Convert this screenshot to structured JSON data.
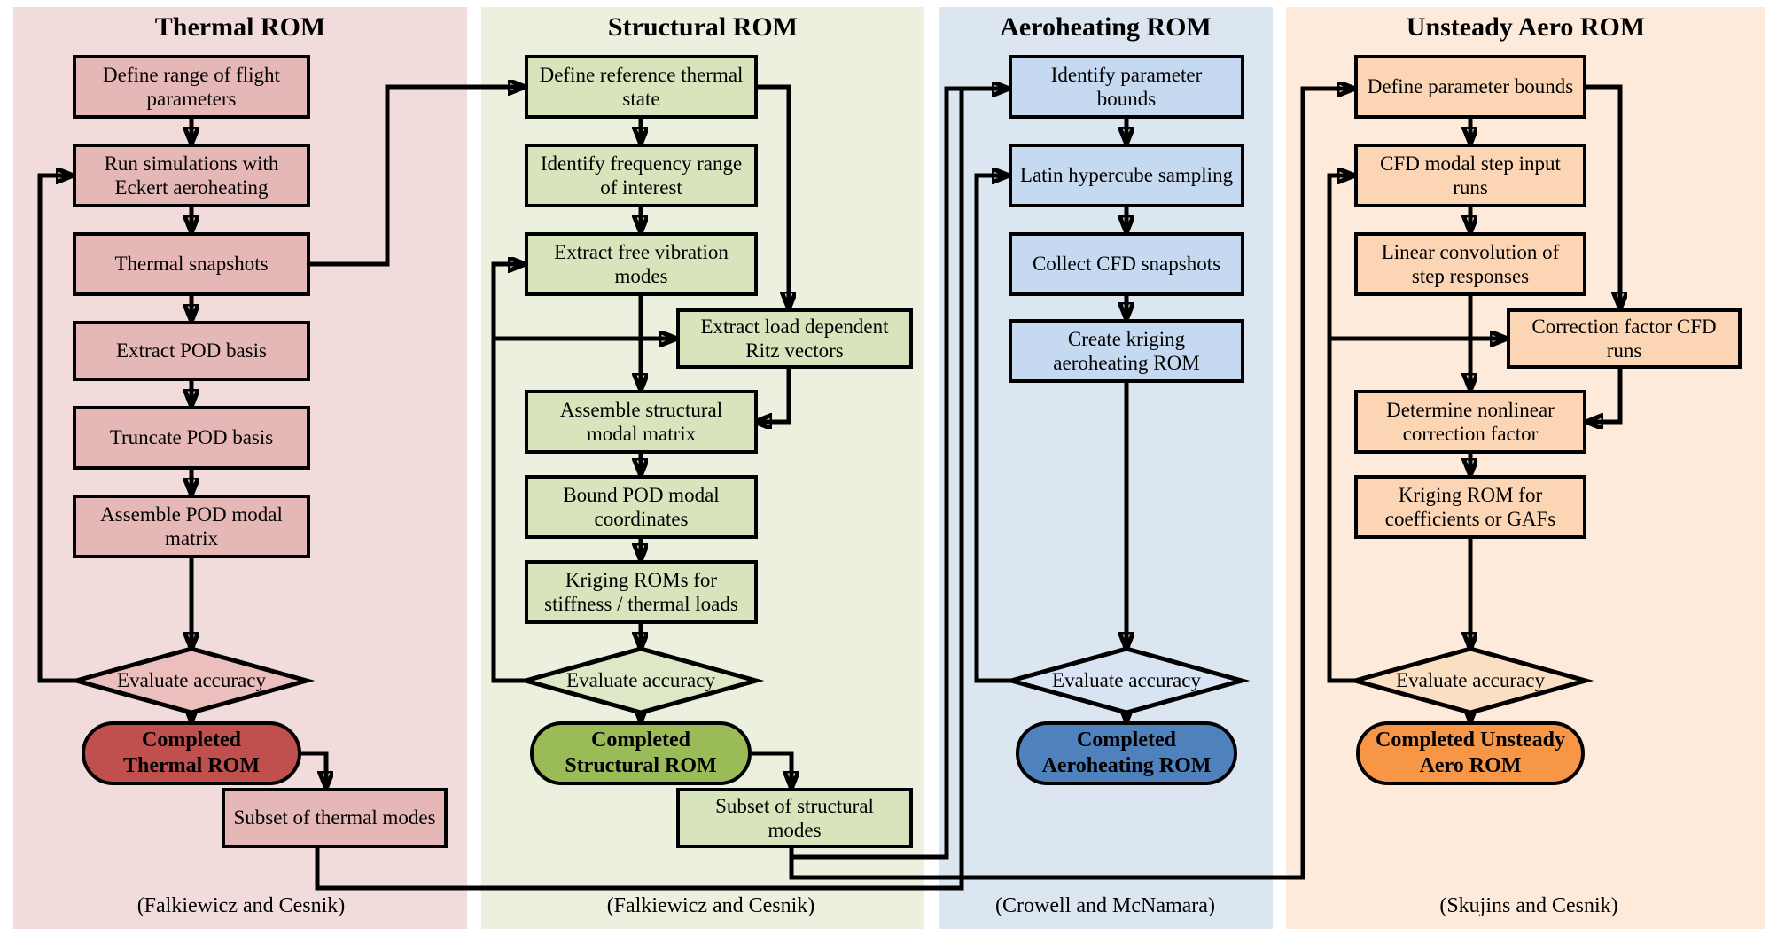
{
  "columns": [
    {
      "title": "Thermal ROM",
      "steps": [
        "Define range of flight parameters",
        "Run simulations with Eckert aeroheating",
        "Thermal snapshots",
        "Extract POD basis",
        "Truncate POD basis",
        "Assemble POD modal matrix"
      ],
      "decision": "Evaluate accuracy",
      "terminator": "Completed\nThermal ROM",
      "subset": "Subset of thermal modes",
      "attribution": "(Falkiewicz and Cesnik)",
      "colors": {
        "panel": "#f2dcdb",
        "box": "#e5b8b7",
        "diamond": "#eabfbd",
        "terminator": "#c0504d"
      }
    },
    {
      "title": "Structural ROM",
      "steps": [
        "Define reference thermal state",
        "Identify frequency range of interest",
        "Extract free vibration modes",
        "Extract load dependent Ritz vectors",
        "Assemble structural modal matrix",
        "Bound POD modal coordinates",
        "Kriging ROMs for stiffness / thermal loads"
      ],
      "decision": "Evaluate accuracy",
      "terminator": "Completed\nStructural ROM",
      "subset": "Subset of structural modes",
      "attribution": "(Falkiewicz and Cesnik)",
      "colors": {
        "panel": "#ebf1de",
        "box": "#d7e4bc",
        "diamond": "#dde8c6",
        "terminator": "#9bbb59"
      }
    },
    {
      "title": "Aeroheating ROM",
      "steps": [
        "Identify parameter bounds",
        "Latin hypercube sampling",
        "Collect CFD snapshots",
        "Create kriging aeroheating ROM"
      ],
      "decision": "Evaluate accuracy",
      "terminator": "Completed\nAeroheating ROM",
      "attribution": "(Crowell and McNamara)",
      "colors": {
        "panel": "#dce6f1",
        "box": "#c5d9f1",
        "diamond": "#d8e4f3",
        "terminator": "#4f81bd"
      }
    },
    {
      "title": "Unsteady Aero ROM",
      "steps": [
        "Define parameter bounds",
        "CFD modal step input runs",
        "Linear convolution of step responses",
        "Correction factor CFD runs",
        "Determine nonlinear correction factor",
        "Kriging ROM for coefficients or GAFs"
      ],
      "decision": "Evaluate accuracy",
      "terminator": "Completed Unsteady\nAero ROM",
      "attribution": "(Skujins and Cesnik)",
      "colors": {
        "panel": "#fdeada",
        "box": "#fcd5b4",
        "diamond": "#fbdfc2",
        "terminator": "#f79646"
      }
    }
  ]
}
